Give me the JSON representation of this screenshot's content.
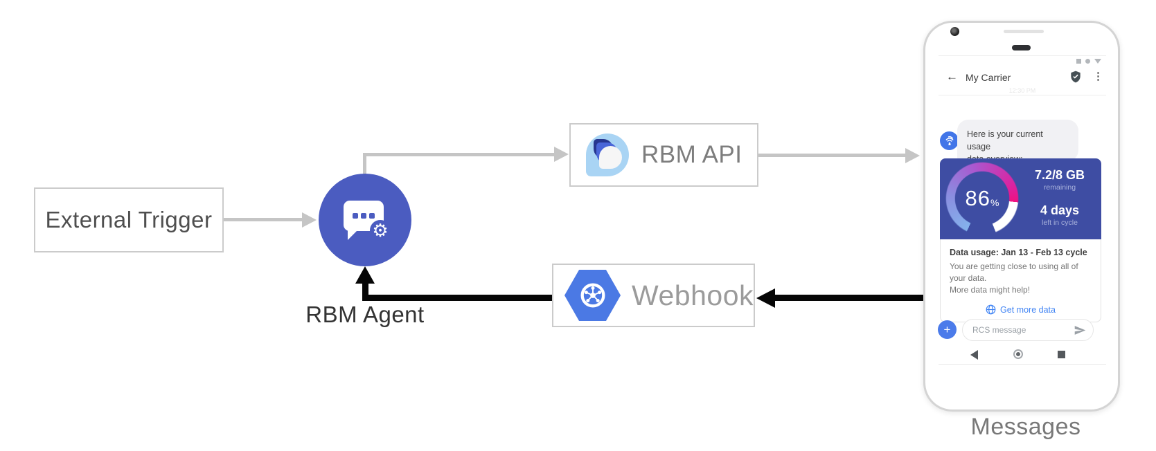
{
  "colors": {
    "agent-blue": "#4b5cc0",
    "card-indigo": "#3e4da3",
    "webhook-blue": "#4b79e4",
    "link-blue": "#4285f4"
  },
  "diagram": {
    "external_trigger_label": "External Trigger",
    "rbm_agent_label": "RBM Agent",
    "rbm_api_label": "RBM API",
    "webhook_label": "Webhook",
    "messages_label": "Messages"
  },
  "phone": {
    "header": {
      "back_icon": "←",
      "title": "My Carrier",
      "menu_icon": "⋮",
      "faint_time": "12:30 PM"
    },
    "chat": {
      "bubble_line1": "Here is your current usage",
      "bubble_line2": "data overview:"
    },
    "usage_card": {
      "percent_value": "86",
      "percent_unit": "%",
      "remaining_value": "7.2/8 GB",
      "remaining_label": "remaining",
      "cycle_value": "4 days",
      "cycle_label": "left in cycle",
      "info_title": "Data usage: Jan 13 - Feb 13 cycle",
      "info_line1": "You are getting close to using all of your data.",
      "info_line2": "More data might help!",
      "cta_label": "Get more data"
    },
    "compose": {
      "plus_icon": "+",
      "placeholder": "RCS message"
    }
  }
}
